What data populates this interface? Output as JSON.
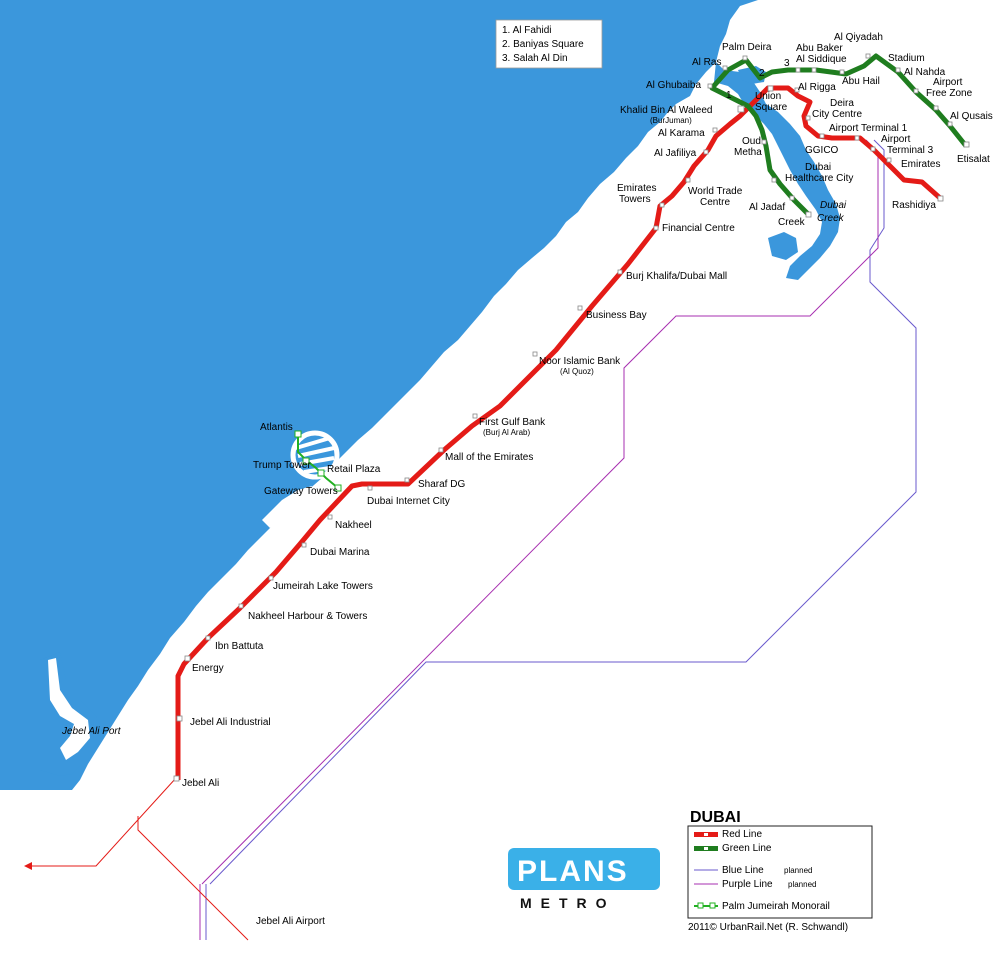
{
  "colors": {
    "sea": "#3b97dc",
    "land": "#ffffff",
    "red_line": "#e41b17",
    "green_line": "#1f7d1f",
    "blue_line": "#6a5acd",
    "purple_line": "#a72fb0",
    "monorail": "#22b022",
    "plans_badge": "#3ab0e8"
  },
  "inset_key": [
    "1. Al Fahidi",
    "2. Baniyas Square",
    "3. Salah Al Din"
  ],
  "interchange_numbers": [
    "1",
    "2",
    "3"
  ],
  "stations": {
    "red": [
      {
        "label": "Rashidiya"
      },
      {
        "label": "Emirates"
      },
      {
        "label": "Terminal 3",
        "prefix": "Airport"
      },
      {
        "label": "Airport Terminal 1"
      },
      {
        "label": "GGICO"
      },
      {
        "label": "City Centre",
        "prefix": "Deira"
      },
      {
        "label": "Al Rigga"
      },
      {
        "label": "Union"
      },
      {
        "label": "Square"
      },
      {
        "label": "Khalid Bin Al Waleed",
        "sub": "(BurJuman)"
      },
      {
        "label": "Al Karama"
      },
      {
        "label": "Al Jafiliya"
      },
      {
        "label": "World Trade",
        "line2": "Centre"
      },
      {
        "label": "Emirates",
        "line2": "Towers"
      },
      {
        "label": "Financial Centre"
      },
      {
        "label": "Burj Khalifa/Dubai Mall"
      },
      {
        "label": "Business Bay"
      },
      {
        "label": "Noor Islamic Bank",
        "sub": "(Al Quoz)"
      },
      {
        "label": "First Gulf Bank",
        "sub": "(Burj Al Arab)"
      },
      {
        "label": "Mall of the Emirates"
      },
      {
        "label": "Sharaf DG"
      },
      {
        "label": "Dubai Internet City"
      },
      {
        "label": "Nakheel"
      },
      {
        "label": "Dubai Marina"
      },
      {
        "label": "Jumeirah Lake Towers"
      },
      {
        "label": "Nakheel Harbour & Towers"
      },
      {
        "label": "Ibn Battuta"
      },
      {
        "label": "Energy"
      },
      {
        "label": "Jebel Ali Industrial"
      },
      {
        "label": "Jebel Ali"
      }
    ],
    "green": [
      {
        "label": "Etisalat"
      },
      {
        "label": "Al Qusais"
      },
      {
        "label": "Airport",
        "line2": "Free Zone"
      },
      {
        "label": "Al Nahda"
      },
      {
        "label": "Stadium"
      },
      {
        "label": "Al Qiyadah"
      },
      {
        "label": "Abu Hail"
      },
      {
        "label": "Abu Baker"
      },
      {
        "label": "Al Siddique"
      },
      {
        "label": "Palm Deira"
      },
      {
        "label": "Al Ras"
      },
      {
        "label": "Al Ghubaiba"
      },
      {
        "label": "Oud",
        "line2": "Metha"
      },
      {
        "label": "Dubai",
        "line2": "Healthcare City"
      },
      {
        "label": "Al Jadaf"
      },
      {
        "label": "Creek"
      }
    ],
    "monorail": [
      {
        "label": "Atlantis"
      },
      {
        "label": "Trump Tower"
      },
      {
        "label": "Retail Plaza"
      },
      {
        "label": "Gateway Towers"
      }
    ]
  },
  "water_labels": [
    {
      "label": "Dubai",
      "line2": "Creek"
    },
    {
      "label": "Jebel Ali Port"
    }
  ],
  "place_labels": [
    "Jebel Ali Airport"
  ],
  "legend": {
    "title": "DUBAI",
    "items": [
      {
        "label": "Red Line",
        "note": ""
      },
      {
        "label": "Green Line",
        "note": ""
      },
      {
        "label": "Blue Line",
        "note": "planned"
      },
      {
        "label": "Purple Line",
        "note": "planned"
      },
      {
        "label": "Palm Jumeirah Monorail",
        "note": ""
      }
    ]
  },
  "credit": "2011© UrbanRail.Net (R. Schwandl)",
  "logo": {
    "top": "PLANS",
    "bottom": "METRO"
  }
}
